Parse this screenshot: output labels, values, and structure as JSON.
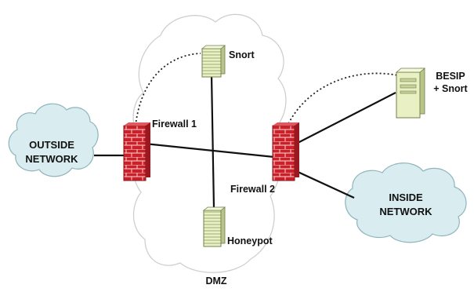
{
  "labels": {
    "outside_network_line1": "OUTSIDE",
    "outside_network_line2": "NETWORK",
    "inside_network_line1": "INSIDE",
    "inside_network_line2": "NETWORK",
    "firewall1": "Firewall 1",
    "firewall2": "Firewall 2",
    "snort": "Snort",
    "besip_line1": "BESIP",
    "besip_line2": "+ Snort",
    "honeypot": "Honeypot",
    "dmz": "DMZ"
  },
  "colors": {
    "cloud_fill": "#d9ecef",
    "cloud_stroke": "#8fb4bd",
    "dmz_stroke": "#c9c9c9",
    "firewall_red": "#c9202a",
    "firewall_mortar": "#f2b6b6",
    "server_fill": "#e9f0c4",
    "server_stroke": "#7a8a55",
    "line": "#111111"
  },
  "icons": {
    "firewall": "brick-wall-icon",
    "server": "server-tower-icon",
    "cloud": "cloud-icon"
  }
}
